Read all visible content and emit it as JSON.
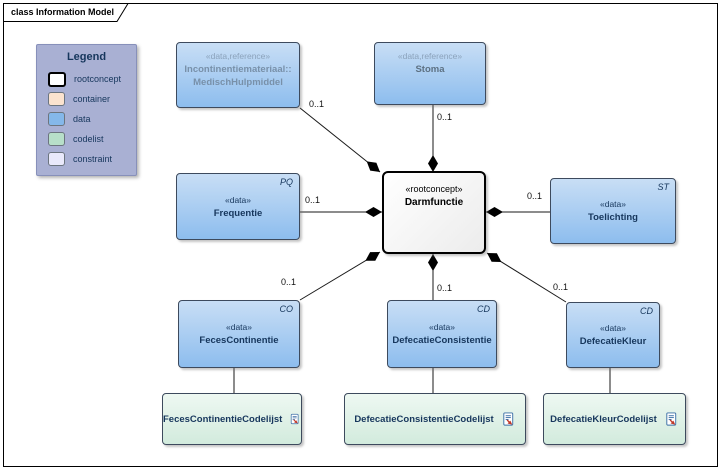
{
  "frame": {
    "title": "class Information Model"
  },
  "legend": {
    "title": "Legend",
    "items": [
      {
        "label": "rootconcept",
        "color": "#ffffff"
      },
      {
        "label": "container",
        "color": "#fbe3cf"
      },
      {
        "label": "data",
        "color": "#85b8ea"
      },
      {
        "label": "codelist",
        "color": "#b7dfc9"
      },
      {
        "label": "constraint",
        "color": "#e9e9fb"
      }
    ]
  },
  "nodes": {
    "medisch_hulpmiddel": {
      "stereotype": "«data,reference»",
      "name_line1": "Incontinentiemateriaal::",
      "name_line2": "MedischHulpmiddel"
    },
    "stoma": {
      "stereotype": "«data,reference»",
      "name": "Stoma"
    },
    "darmfunctie": {
      "stereotype": "«rootconcept»",
      "name": "Darmfunctie"
    },
    "frequentie": {
      "stereotype": "«data»",
      "name": "Frequentie",
      "type_code": "PQ"
    },
    "toelichting": {
      "stereotype": "«data»",
      "name": "Toelichting",
      "type_code": "ST"
    },
    "feces_continentie": {
      "stereotype": "«data»",
      "name": "FecesContinentie",
      "type_code": "CO"
    },
    "defecatie_consistentie": {
      "stereotype": "«data»",
      "name": "DefecatieConsistentie",
      "type_code": "CD"
    },
    "defecatie_kleur": {
      "stereotype": "«data»",
      "name": "DefecatieKleur",
      "type_code": "CD"
    }
  },
  "codelists": {
    "feces": {
      "name": "FecesContinentieCodelijst",
      "icon": "external-document-icon"
    },
    "consistentie": {
      "name": "DefecatieConsistentieCodelijst",
      "icon": "external-document-icon"
    },
    "kleur": {
      "name": "DefecatieKleurCodelijst",
      "icon": "external-document-icon"
    }
  },
  "connectors": {
    "medisch": {
      "kind": "composition",
      "multiplicity": "0..1"
    },
    "stoma": {
      "kind": "composition",
      "multiplicity": "0..1"
    },
    "frequentie": {
      "kind": "composition",
      "multiplicity": "0..1"
    },
    "toelichting": {
      "kind": "composition",
      "multiplicity": "0..1"
    },
    "feces": {
      "kind": "composition",
      "multiplicity": "0..1"
    },
    "consistentie": {
      "kind": "composition",
      "multiplicity": "0..1"
    },
    "kleur": {
      "kind": "composition",
      "multiplicity": "0..1"
    }
  },
  "colors": {
    "data_fill": "#8dbdee",
    "codelist_fill": "#d2ebdd",
    "legend_bg": "#a9b0d3",
    "text_navy": "#16365c",
    "line": "#1a1a1a"
  }
}
